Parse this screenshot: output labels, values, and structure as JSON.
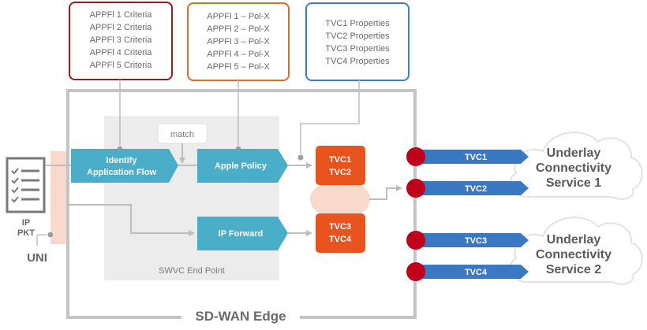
{
  "criteria_box": {
    "lines": [
      "APPFl 1 Criteria",
      "APPFl 2 Criteria",
      "APPFl 3 Criteria",
      "APPFl 4 Criteria",
      "APPFl 5 Criteria"
    ],
    "border_color": "#a3161c"
  },
  "policy_box": {
    "lines": [
      "APPFl 1 – Pol-X",
      "APPFl 2 – Pol-X",
      "APPFl 3 – Pol-X",
      "APPFl 4 – Pol-X",
      "APPFl 5 – Pol-X"
    ],
    "border_color": "#e06a2c"
  },
  "tvc_props_box": {
    "lines": [
      "TVC1 Properties",
      "TVC2 Properties",
      "TVC3 Properties",
      "TVC4 Properties"
    ],
    "border_color": "#3c7dc4"
  },
  "ip_pkt": {
    "line1": "IP",
    "line2": "PKT"
  },
  "uni_label": "UNI",
  "match_label": "match",
  "identify_flow": {
    "line1": "Identify",
    "line2": "Application Flow"
  },
  "apple_policy": "Apple Policy",
  "ip_forward": "IP Forward",
  "tvc_group_a": {
    "line1": "TVC1",
    "line2": "TVC2"
  },
  "tvc_group_b": {
    "line1": "TVC3",
    "line2": "TVC4"
  },
  "swvc_label": "SWVC End Point",
  "edge_label": "SD-WAN Edge",
  "tvc_bars": [
    "TVC1",
    "TVC2",
    "TVC3",
    "TVC4"
  ],
  "cloud_1": {
    "line1": "Underlay",
    "line2": "Connectivity",
    "line3": "Service 1"
  },
  "cloud_2": {
    "line1": "Underlay",
    "line2": "Connectivity",
    "line3": "Service 2"
  },
  "colors": {
    "teal": "#4aaec9",
    "orange": "#e8531e",
    "port_red": "#c0001a",
    "bar_blue": "#3b78c3",
    "connector_gray": "#bdbdbd",
    "uni_peach": "#f9d9cc"
  }
}
